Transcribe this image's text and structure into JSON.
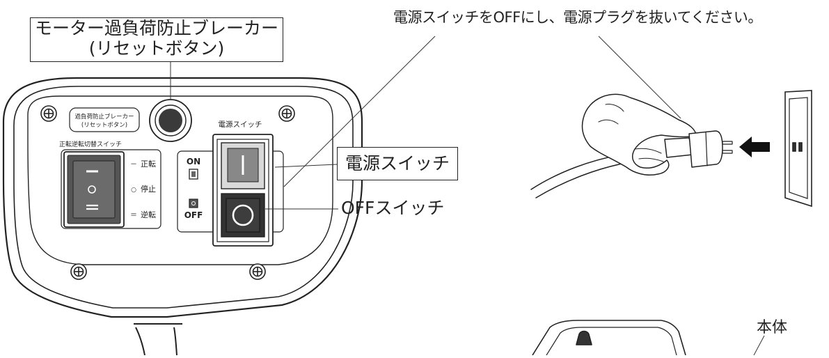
{
  "callouts": {
    "breaker_title": "モーター過負荷防止ブレーカー",
    "breaker_subtitle": "(リセットボタン)",
    "power_switch": "電源スイッチ",
    "off_switch": "OFFスイッチ"
  },
  "instruction": "電源スイッチをOFFにし、電源プラグを抜いてください。",
  "body_label": "本体",
  "panel": {
    "breaker_label_line1": "過負荷防止ブレーカー",
    "breaker_label_line2": "(リセットボタン)",
    "reverse_switch_title": "正転逆転切替スイッチ",
    "forward": "正転",
    "stop": "停止",
    "reverse": "逆転",
    "forward_mark": "－",
    "stop_mark": "○",
    "reverse_mark": "＝",
    "power_switch_title": "電源スイッチ",
    "on": "ON",
    "off": "OFF"
  },
  "colors": {
    "line": "#222222",
    "breaker_button": "#3a3a3a",
    "off_button": "#333333",
    "on_button": "#888888",
    "arrow": "#111111"
  }
}
